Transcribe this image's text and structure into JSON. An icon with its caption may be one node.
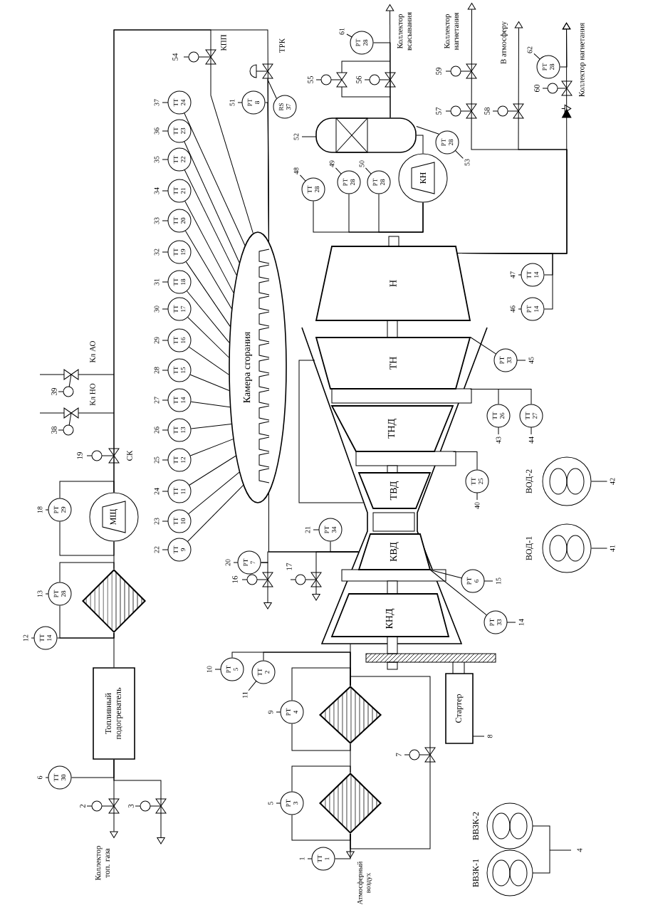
{
  "diagram": {
    "nodes": [
      {
        "text": [
          "ТТ 24"
        ],
        "beside": [
          "37"
        ]
      },
      {
        "text": [
          "ТТ 23"
        ],
        "beside": [
          "36"
        ]
      },
      {
        "text": [
          "ТТ 22"
        ],
        "beside": [
          "35"
        ]
      },
      {
        "text": [
          "ТТ 21"
        ],
        "beside": [
          "34"
        ]
      },
      {
        "text": [
          "ТТ 20"
        ],
        "beside": [
          "33"
        ]
      },
      {
        "text": [
          "ТТ 19"
        ],
        "beside": [
          "32"
        ]
      },
      {
        "text": [
          "ТТ 18"
        ],
        "beside": [
          "31"
        ]
      },
      {
        "text": [
          "ТТ 17"
        ],
        "beside": [
          "30"
        ]
      },
      {
        "text": [
          "ТТ 16"
        ],
        "beside": [
          "29"
        ]
      },
      {
        "text": [
          "ТТ 15"
        ],
        "beside": [
          "28"
        ]
      },
      {
        "text": [
          "ТТ 14"
        ],
        "beside": [
          "27"
        ]
      },
      {
        "text": [
          "ТТ 13"
        ],
        "beside": [
          "26"
        ]
      },
      {
        "text": [
          "ТТ 12"
        ],
        "beside": [
          "25"
        ]
      },
      {
        "text": [
          "ТТ 11"
        ],
        "beside": [
          "24"
        ]
      },
      {
        "text": [
          "ТТ 10"
        ],
        "beside": [
          "23"
        ]
      },
      {
        "text": [
          "ТТ 9"
        ],
        "beside": [
          "22"
        ]
      },
      {
        "text": [
          "Камера сгорания"
        ]
      },
      {
        "text": [
          "Н"
        ]
      },
      {
        "text": [
          "ТН"
        ]
      },
      {
        "text": [
          "ТНД"
        ]
      },
      {
        "text": [
          "ТВД"
        ]
      },
      {
        "text": [
          "КВД"
        ]
      },
      {
        "text": [
          "КНД"
        ]
      },
      {
        "text": [
          "КН"
        ]
      },
      {
        "text": [],
        "shape": "cylinder",
        "beside": [
          "52"
        ]
      },
      {
        "text": [
          "ТТ 28"
        ],
        "beside": [
          "48"
        ]
      },
      {
        "text": [
          "РТ 28"
        ],
        "beside": [
          "49"
        ]
      },
      {
        "text": [
          "РТ 28"
        ],
        "beside": [
          "50"
        ]
      },
      {
        "text": [
          "РТ 28"
        ],
        "beside": [
          "53"
        ]
      },
      {
        "text": [
          "РТ 8"
        ],
        "beside": [
          "51"
        ]
      },
      {
        "text": [
          "RS 37"
        ]
      },
      {
        "text": [
          "РТ 28"
        ],
        "beside": [
          "61"
        ]
      },
      {
        "text": [
          "РТ 28"
        ],
        "beside": [
          "62"
        ]
      },
      {
        "text": [
          "РТ 29"
        ],
        "beside": [
          "18"
        ]
      },
      {
        "text": [
          "МЩ"
        ]
      },
      {
        "text": [
          "РТ 28"
        ],
        "beside": [
          "13"
        ]
      },
      {
        "text": [
          "ТТ 14"
        ],
        "beside": [
          "12"
        ]
      },
      {
        "text": [
          "Топливный подогреватель"
        ]
      },
      {
        "text": [
          "ТТ 30"
        ],
        "beside": [
          "6"
        ]
      },
      {
        "text": [
          "РТ 7"
        ],
        "beside": [
          "20"
        ]
      },
      {
        "text": [
          "РТ 34"
        ],
        "beside": [
          "21"
        ]
      },
      {
        "text": [
          "ТТ 25"
        ],
        "beside": [
          "40"
        ]
      },
      {
        "text": [
          "ТТ 26"
        ],
        "beside": [
          "43"
        ]
      },
      {
        "text": [
          "ТТ 27"
        ],
        "beside": [
          "44"
        ]
      },
      {
        "text": [
          "РТ 33"
        ],
        "beside": [
          "45"
        ]
      },
      {
        "text": [
          "РТ 6"
        ],
        "beside": [
          "15"
        ]
      },
      {
        "text": [
          "РТ 33"
        ],
        "beside": [
          "14"
        ]
      },
      {
        "text": [
          "ТТ 14"
        ],
        "beside": [
          "47"
        ]
      },
      {
        "text": [
          "РТ 14"
        ],
        "beside": [
          "46"
        ]
      },
      {
        "text": [
          "ВОД-2"
        ],
        "beside": [
          "42"
        ]
      },
      {
        "text": [
          "ВОД-1"
        ],
        "beside": [
          "41"
        ]
      },
      {
        "text": [
          "Стартер"
        ],
        "beside": [
          "8"
        ]
      },
      {
        "text": [
          "ВВЗК-2"
        ]
      },
      {
        "text": [
          "ВВЗК-1"
        ]
      },
      {
        "text": [
          "РТ 5"
        ],
        "beside": [
          "10"
        ]
      },
      {
        "text": [
          "ТТ 2"
        ],
        "beside": [
          "11"
        ]
      },
      {
        "text": [
          "РТ 4"
        ],
        "beside": [
          "9"
        ]
      },
      {
        "text": [
          "РТ 3"
        ],
        "beside": [
          "5"
        ]
      },
      {
        "text": [
          "ТТ 1"
        ],
        "beside": [
          "1"
        ]
      },
      {
        "text": [],
        "shape": "diamond"
      },
      {
        "text": [],
        "shape": "diamond"
      },
      {
        "text": [],
        "shape": "diamond"
      },
      {
        "text": [
          "Коллектор всасывания"
        ]
      },
      {
        "text": [
          "Коллектор нагнетания"
        ]
      },
      {
        "text": [
          "В атмосферу"
        ]
      },
      {
        "text": [
          "Коллектор нагнетания"
        ]
      },
      {
        "text": [
          "Коллектор топ. газа"
        ]
      },
      {
        "text": [
          "Атмосферный воздух"
        ]
      }
    ],
    "edges": [
      {
        "from": 0,
        "to": 16,
        "arrow": "none"
      },
      {
        "from": 1,
        "to": 16,
        "arrow": "none"
      },
      {
        "from": 2,
        "to": 16,
        "arrow": "none"
      },
      {
        "from": 3,
        "to": 16,
        "arrow": "none"
      },
      {
        "from": 4,
        "to": 16,
        "arrow": "none"
      },
      {
        "from": 5,
        "to": 16,
        "arrow": "none"
      },
      {
        "from": 6,
        "to": 16,
        "arrow": "none"
      },
      {
        "from": 7,
        "to": 16,
        "arrow": "none"
      },
      {
        "from": 8,
        "to": 16,
        "arrow": "none"
      },
      {
        "from": 9,
        "to": 16,
        "arrow": "none"
      },
      {
        "from": 10,
        "to": 16,
        "arrow": "none"
      },
      {
        "from": 11,
        "to": 16,
        "arrow": "none"
      },
      {
        "from": 12,
        "to": 16,
        "arrow": "none"
      },
      {
        "from": 13,
        "to": 16,
        "arrow": "none"
      },
      {
        "from": 14,
        "to": 16,
        "arrow": "none"
      },
      {
        "from": 15,
        "to": 16,
        "arrow": "none"
      },
      {
        "from": 37,
        "to": 61,
        "arrow": "none"
      },
      {
        "from": 61,
        "to": 34,
        "arrow": "none"
      },
      {
        "from": 60,
        "to": 59,
        "arrow": "none"
      },
      {
        "from": 59,
        "to": 22,
        "arrow": "none"
      },
      {
        "from": 24,
        "to": 23,
        "arrow": "none"
      },
      {
        "from": 28,
        "to": 24,
        "arrow": "none"
      },
      {
        "from": 38,
        "to": 37,
        "arrow": "none"
      },
      {
        "from": 34,
        "to": 16,
        "arrow": "none"
      },
      {
        "from": 16,
        "to": 21,
        "arrow": "none"
      },
      {
        "from": 44,
        "to": 18,
        "arrow": "none"
      },
      {
        "from": 42,
        "to": 18,
        "arrow": "none"
      },
      {
        "from": 43,
        "to": 18,
        "arrow": "none"
      },
      {
        "from": 45,
        "to": 21,
        "arrow": "none"
      },
      {
        "from": 46,
        "to": 21,
        "arrow": "none"
      },
      {
        "from": 47,
        "to": 17,
        "arrow": "none"
      },
      {
        "from": 48,
        "to": 17,
        "arrow": "none"
      },
      {
        "from": 25,
        "to": 23,
        "arrow": "none"
      },
      {
        "from": 26,
        "to": 23,
        "arrow": "none"
      },
      {
        "from": 27,
        "to": 23,
        "arrow": "none"
      },
      {
        "from": 31,
        "to": 24,
        "arrow": "none"
      },
      {
        "from": 49,
        "to": null,
        "arrow": "none"
      },
      {
        "from": 50,
        "to": null,
        "arrow": "none"
      },
      {
        "from": 41,
        "to": 19,
        "arrow": "none"
      },
      {
        "from": 54,
        "to": 59,
        "arrow": "none"
      },
      {
        "from": 55,
        "to": 59,
        "arrow": "none"
      },
      {
        "from": 56,
        "to": 59,
        "arrow": "none"
      },
      {
        "from": 56,
        "to": 59,
        "arrow": "none"
      },
      {
        "from": 57,
        "to": 60,
        "arrow": "none"
      },
      {
        "from": 57,
        "to": 60,
        "arrow": "none"
      },
      {
        "from": 58,
        "to": 60,
        "arrow": "none"
      },
      {
        "from": 59,
        "to": 60,
        "arrow": "none"
      },
      {
        "from": 33,
        "to": 34,
        "arrow": "none"
      },
      {
        "from": 33,
        "to": 34,
        "arrow": "none"
      },
      {
        "from": 35,
        "to": 61,
        "arrow": "none"
      },
      {
        "from": 35,
        "to": 61,
        "arrow": "none"
      },
      {
        "from": 36,
        "to": 61,
        "arrow": "none"
      },
      {
        "from": 39,
        "to": 21,
        "arrow": "none"
      },
      {
        "from": 40,
        "to": 21,
        "arrow": "none"
      },
      {
        "from": 30,
        "to": 16,
        "arrow": "none"
      },
      {
        "from": 29,
        "to": 16,
        "arrow": "none"
      },
      {
        "from": 32,
        "to": 65,
        "arrow": "to"
      },
      {
        "from": 24,
        "to": 62,
        "arrow": "to"
      },
      {
        "from": 17,
        "to": 63,
        "arrow": "to"
      },
      {
        "from": 17,
        "to": 64,
        "arrow": "to"
      },
      {
        "from": 17,
        "to": 65,
        "arrow": "to"
      },
      {
        "from": 37,
        "to": 66,
        "arrow": "to"
      },
      {
        "from": 37,
        "to": null,
        "arrow": "to"
      },
      {
        "from": 39,
        "to": null,
        "arrow": "to"
      },
      {
        "from": 21,
        "to": null,
        "arrow": "to"
      },
      {
        "from": 60,
        "to": 67,
        "arrow": "to"
      },
      {
        "from": 34,
        "to": 16,
        "arrow": "none"
      }
    ],
    "labels": [
      "КПП",
      "54",
      "ТРК",
      "55",
      "56",
      "59",
      "57",
      "58",
      "60",
      "Кл АО",
      "39",
      "Кл НО",
      "38",
      "19",
      "СК",
      "16",
      "17",
      "2",
      "3",
      "7",
      "4"
    ]
  }
}
